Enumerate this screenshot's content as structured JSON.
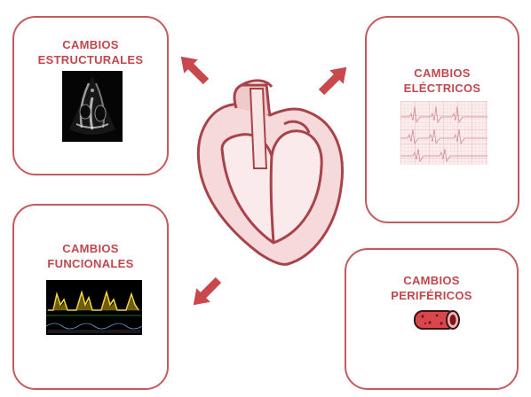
{
  "cards": {
    "structural": {
      "line1": "CAMBIOS",
      "line2": "ESTRUCTURALES"
    },
    "electrical": {
      "line1": "CAMBIOS",
      "line2": "ELÉCTRICOS"
    },
    "functional": {
      "line1": "CAMBIOS",
      "line2": "FUNCIONALES"
    },
    "peripheral": {
      "line1": "CAMBIOS",
      "line2": "PERIFÉRICOS"
    }
  },
  "colors": {
    "accent": "#c45a5e",
    "title": "#c0484d",
    "heart_fill": "#f6d9da",
    "heart_stroke": "#a9434a",
    "arrow": "#c9484e"
  },
  "icons": [
    "echocardiogram-image",
    "ecg-strip-image",
    "doppler-image",
    "blood-vessel-icon",
    "heart-diagram",
    "arrow-icon"
  ]
}
